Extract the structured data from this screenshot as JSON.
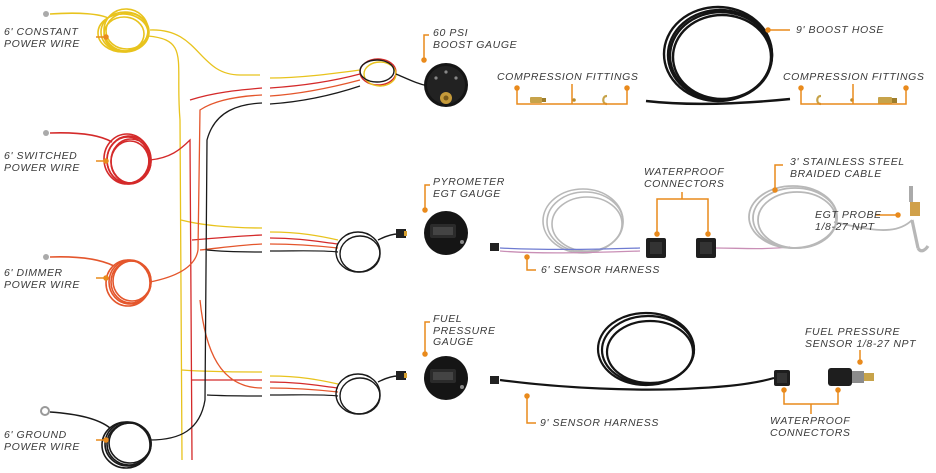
{
  "colors": {
    "callout": "#e98a1c",
    "constant_wire": "#e8c31d",
    "switched_wire": "#d42a2a",
    "dimmer_wire": "#e4562c",
    "ground_wire": "#1a1a1a",
    "gauge_body": "#151515",
    "braided": "#b8b8b8",
    "text": "#3a3a3a"
  },
  "labels": {
    "constant_power": [
      "6' CONSTANT",
      "POWER WIRE"
    ],
    "switched_power": [
      "6' SWITCHED",
      "POWER WIRE"
    ],
    "dimmer_power": [
      "6' DIMMER",
      "POWER WIRE"
    ],
    "ground_power": [
      "6' GROUND",
      "POWER WIRE"
    ],
    "boost_gauge": [
      "60 PSI",
      "BOOST GAUGE"
    ],
    "boost_hose": "9' BOOST HOSE",
    "compression_left": "COMPRESSION FITTINGS",
    "compression_right": "COMPRESSION FITTINGS",
    "pyrometer_gauge": [
      "PYROMETER",
      "EGT GAUGE"
    ],
    "waterproof_egt": [
      "WATERPROOF",
      "CONNECTORS"
    ],
    "braided_cable": [
      "3' STAINLESS STEEL",
      "BRAIDED CABLE"
    ],
    "egt_probe": [
      "EGT PROBE",
      "1/8-27 NPT"
    ],
    "egt_sensor_harness": "6' SENSOR HARNESS",
    "fuel_gauge": [
      "FUEL",
      "PRESSURE",
      "GAUGE"
    ],
    "fuel_sensor": [
      "FUEL PRESSURE",
      "SENSOR 1/8-27 NPT"
    ],
    "fuel_sensor_harness": "9' SENSOR HARNESS",
    "waterproof_fuel": [
      "WATERPROOF",
      "CONNECTORS"
    ]
  }
}
